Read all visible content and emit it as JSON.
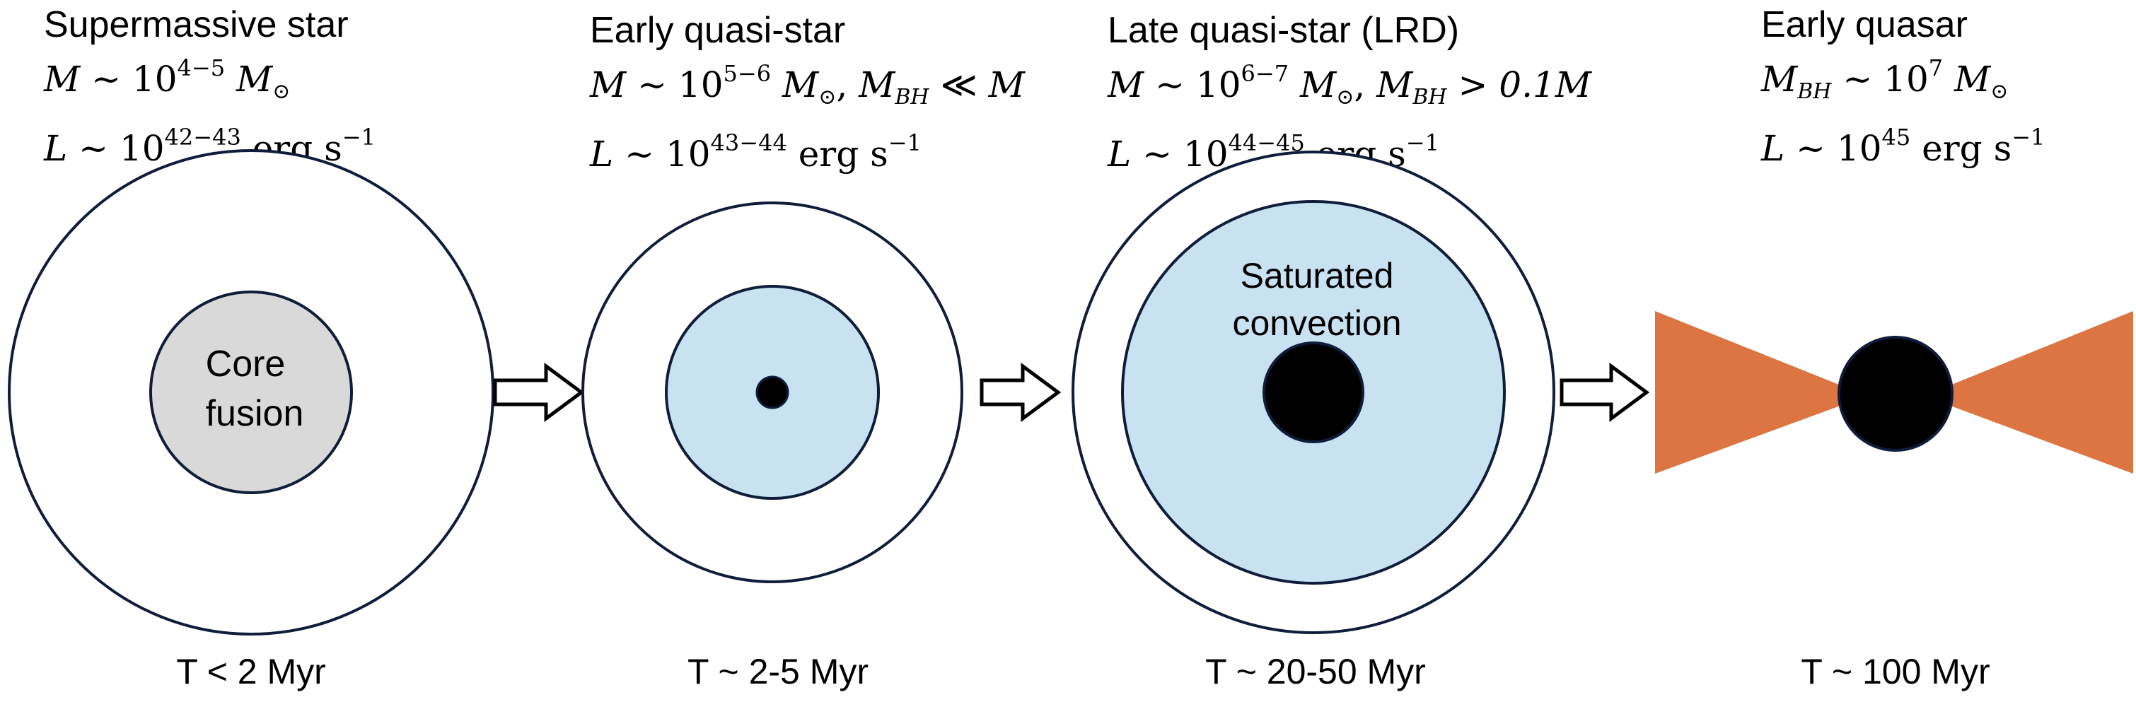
{
  "colors": {
    "outline": "#0f1d3a",
    "core_fill": "#d9d9d9",
    "convective_fill": "#c8e2f2",
    "black_hole": "#000000",
    "jet": "#dc7541",
    "background": "#ffffff"
  },
  "stages": [
    {
      "title": "Supermassive star",
      "mass_line": {
        "lhs": "M",
        "rel": "~",
        "base": "10",
        "exp": "4−5",
        "unit": "M",
        "unit_sub": "⊙"
      },
      "lum_line": {
        "lhs": "L",
        "rel": "~",
        "base": "10",
        "exp": "42−43",
        "unit": "erg s",
        "unit_exp": "−1"
      },
      "inner_label_1": "Core",
      "inner_label_2": "fusion",
      "time": "T < 2 Myr"
    },
    {
      "title": "Early quasi-star",
      "mass_line": {
        "lhs": "M",
        "rel": "~",
        "base": "10",
        "exp": "5−6",
        "unit": "M",
        "unit_sub": "⊙",
        "extra_sep": ",",
        "extra_lhs": "M",
        "extra_sub": "BH",
        "extra_rel": "≪",
        "extra_rhs": "M"
      },
      "lum_line": {
        "lhs": "L",
        "rel": "~",
        "base": "10",
        "exp": "43−44",
        "unit": "erg s",
        "unit_exp": "−1"
      },
      "time": "T ~ 2-5 Myr"
    },
    {
      "title": "Late quasi-star (LRD)",
      "mass_line": {
        "lhs": "M",
        "rel": "~",
        "base": "10",
        "exp": "6−7",
        "unit": "M",
        "unit_sub": "⊙",
        "extra_sep": ",",
        "extra_lhs": "M",
        "extra_sub": "BH",
        "extra_rel": ">",
        "extra_rhs": "0.1M"
      },
      "lum_line": {
        "lhs": "L",
        "rel": "~",
        "base": "10",
        "exp": "44−45",
        "unit": "erg s",
        "unit_exp": "−1"
      },
      "inner_label_1": "Saturated",
      "inner_label_2": "convection",
      "time": "T ~ 20-50 Myr"
    },
    {
      "title": "Early quasar",
      "mass_line": {
        "lhs": "M",
        "lhs_sub": "BH",
        "rel": "~",
        "base": "10",
        "exp": "7",
        "unit": "M",
        "unit_sub": "⊙"
      },
      "lum_line": {
        "lhs": "L",
        "rel": "~",
        "base": "10",
        "exp": "45",
        "unit": "erg s",
        "unit_exp": "−1"
      },
      "time": "T ~ 100 Myr"
    }
  ]
}
